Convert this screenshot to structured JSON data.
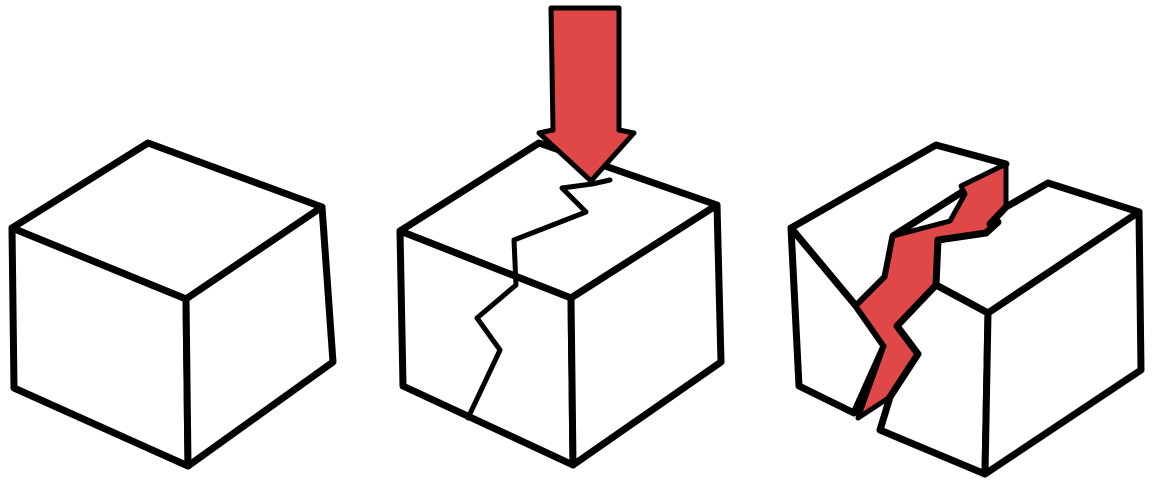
{
  "figure": {
    "panels": [
      {
        "id": "intact",
        "state": "intact cube"
      },
      {
        "id": "impact",
        "state": "cube with crack under downward force"
      },
      {
        "id": "split",
        "state": "cube split apart along crack"
      }
    ],
    "colors": {
      "outline": "#000000",
      "fill": "#ffffff",
      "accent": "#e04848"
    },
    "icons": [
      "force-arrow-icon"
    ]
  }
}
